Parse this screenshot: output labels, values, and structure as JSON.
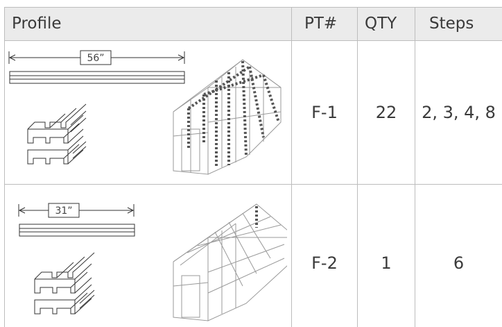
{
  "table": {
    "headers": {
      "profile": "Profile",
      "pt": "PT#",
      "qty": "QTY",
      "steps": "Steps"
    },
    "rows": [
      {
        "length": "56”",
        "pt": "F-1",
        "qty": "22",
        "steps": "2, 3, 4, 8"
      },
      {
        "length": "31”",
        "pt": "F-2",
        "qty": "1",
        "steps": "6"
      }
    ]
  }
}
